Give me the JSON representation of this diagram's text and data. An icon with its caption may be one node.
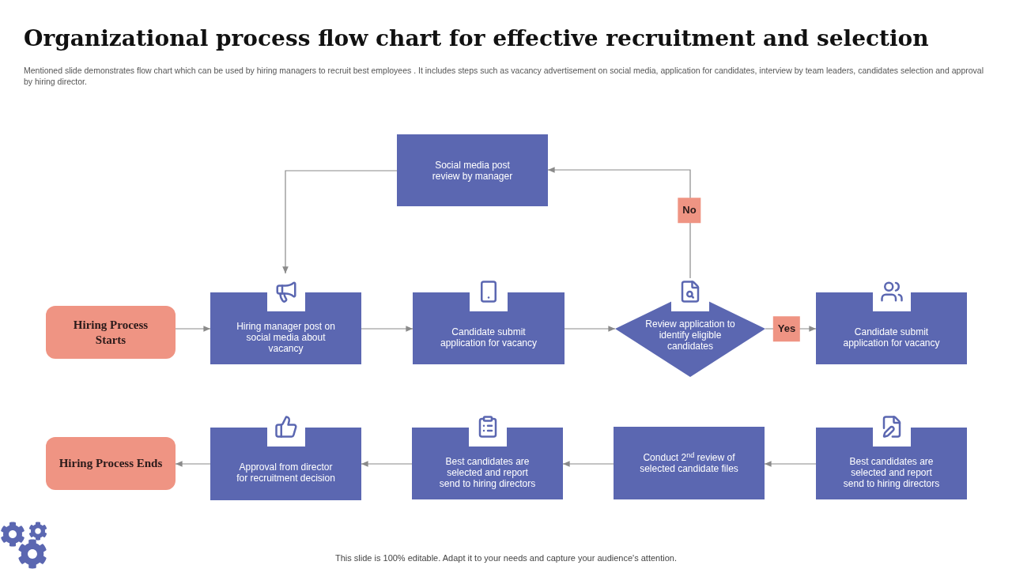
{
  "diagram": {
    "title": "Organizational process flow chart for effective recruitment and selection",
    "nodes": [
      {
        "text": [
          "Social media post review by manager"
        ]
      },
      {
        "text": [
          "Hiring Process Starts"
        ]
      },
      {
        "text": [
          "Hiring manager post on social media about vacancy"
        ]
      },
      {
        "text": [
          "Candidate submit application for vacancy"
        ]
      },
      {
        "text": [
          "Review application to identify eligible candidates"
        ]
      },
      {
        "text": [
          "Candidate submit application for vacancy"
        ]
      },
      {
        "text": [
          "Hiring Process Ends"
        ]
      },
      {
        "text": [
          "Approval from director for recruitment decision"
        ]
      },
      {
        "text": [
          "Best candidates are selected and report send to hiring directors"
        ]
      },
      {
        "text": [
          "Conduct 2$^{nd}$ review of selected candidate files"
        ]
      },
      {
        "text": [
          "Best candidates are selected and report send to hiring directors"
        ]
      }
    ],
    "edges": [
      {
        "from": 1,
        "to": 2,
        "arrow": "to"
      },
      {
        "from": 2,
        "to": 3,
        "arrow": "to"
      },
      {
        "from": 3,
        "to": 4,
        "arrow": "to"
      },
      {
        "from": 4,
        "to": 5,
        "arrow": "to",
        "label": "Yes"
      },
      {
        "from": 4,
        "to": 0,
        "arrow": "to",
        "label": "No"
      },
      {
        "from": 0,
        "to": 2,
        "arrow": "to"
      },
      {
        "from": 10,
        "to": 9,
        "arrow": "to"
      },
      {
        "from": 9,
        "to": 8,
        "arrow": "to"
      },
      {
        "from": 8,
        "to": 7,
        "arrow": "to"
      },
      {
        "from": 7,
        "to": 6,
        "arrow": "to"
      }
    ],
    "labels": [
      "Mentioned slide demonstrates flow chart which can be used by hiring managers to recruit best employees . It includes steps such as vacancy advertisement on social media, application for candidates, interview by team leaders, candidates selection and approval by hiring director.",
      "This slide is 100% editable. Adapt it to your needs and capture your audience's attention."
    ]
  }
}
